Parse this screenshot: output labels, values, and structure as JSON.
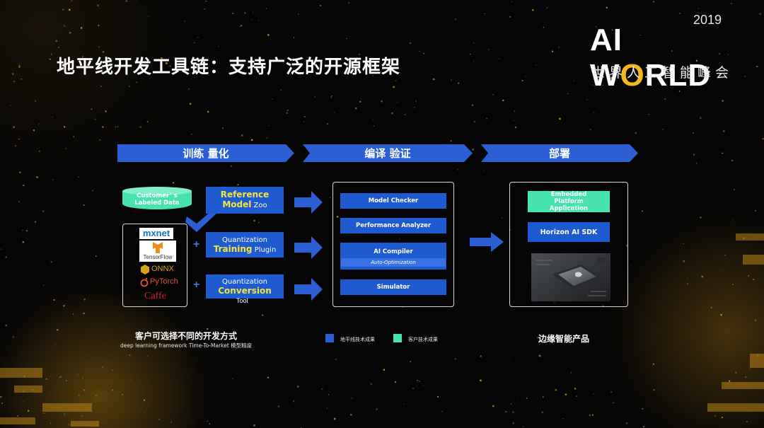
{
  "logo": {
    "year": "2019",
    "brand_a": "AI W",
    "brand_ring": "O",
    "brand_b": "RLD",
    "subtitle": "世界人工智能峰会"
  },
  "title": "地平线开发工具链：支持广泛的开源框架",
  "phases": [
    "训练 量化",
    "编译 验证",
    "部署"
  ],
  "train": {
    "data_label_1": "Customer’ s",
    "data_label_2": "Labeled Data",
    "frameworks": [
      "mxnet",
      "TensorFlow",
      "ONNX",
      "PyTorch",
      "Caffe"
    ],
    "ref_bold_1": "Reference",
    "ref_bold_2": "Model",
    "ref_plain": " Zoo",
    "qt_top": "Quantization",
    "qt_bold": "Training",
    "qt_plain": " Plugin",
    "qc_top": "Quantization",
    "qc_bold": "Conversion",
    "qc_tool": "Tool",
    "plus": "+",
    "caption": "客户可选择不同的开发方式",
    "caption_sub": "deep learning framework    Time-To-Market    模型精度"
  },
  "compile": {
    "modules": [
      "Model Checker",
      "Performance Analyzer",
      "AI Compiler",
      "Simulator"
    ],
    "sub_module": "Auto-Optimization"
  },
  "deploy": {
    "embedded": [
      "Embedded",
      "Platform",
      "Application"
    ],
    "sdk": "Horizon AI SDK",
    "caption": "边缘智能产品"
  },
  "legend": [
    {
      "label": "地平线技术成果",
      "color": "#2b5fd3"
    },
    {
      "label": "客户技术成果",
      "color": "#47e3ad"
    }
  ],
  "colors": {
    "blue": "#1e5bd1",
    "green": "#47e3ad",
    "highlight": "#f7e53b",
    "gold": "#f2b71d"
  }
}
